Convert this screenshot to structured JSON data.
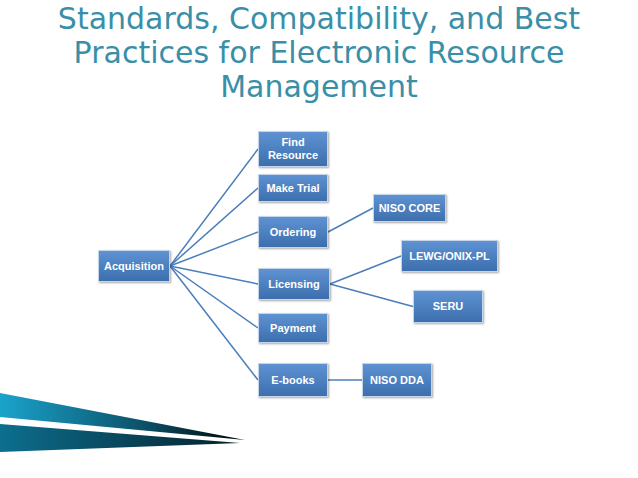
{
  "diagram": {
    "title": "Standards, Compatibility, and Best Practices for Electronic Resource Management",
    "nodes": [
      {
        "text": [
          "Acquisition"
        ]
      },
      {
        "text": [
          "Find Resource"
        ]
      },
      {
        "text": [
          "Make Trial"
        ]
      },
      {
        "text": [
          "Ordering"
        ]
      },
      {
        "text": [
          "NISO CORE"
        ]
      },
      {
        "text": [
          "Licensing"
        ]
      },
      {
        "text": [
          "LEWG/ONIX-PL"
        ]
      },
      {
        "text": [
          "SERU"
        ]
      },
      {
        "text": [
          "Payment"
        ]
      },
      {
        "text": [
          "E-books"
        ]
      },
      {
        "text": [
          "NISO DDA"
        ]
      }
    ],
    "edges": [
      {
        "from": 0,
        "to": 1,
        "arrow": "none"
      },
      {
        "from": 0,
        "to": 2,
        "arrow": "none"
      },
      {
        "from": 0,
        "to": 3,
        "arrow": "none"
      },
      {
        "from": 3,
        "to": 4,
        "arrow": "none"
      },
      {
        "from": 0,
        "to": 5,
        "arrow": "none"
      },
      {
        "from": 5,
        "to": 6,
        "arrow": "none"
      },
      {
        "from": 5,
        "to": 7,
        "arrow": "none"
      },
      {
        "from": 0,
        "to": 8,
        "arrow": "none"
      },
      {
        "from": 0,
        "to": 9,
        "arrow": "none"
      },
      {
        "from": 9,
        "to": 10,
        "arrow": "none"
      }
    ]
  }
}
